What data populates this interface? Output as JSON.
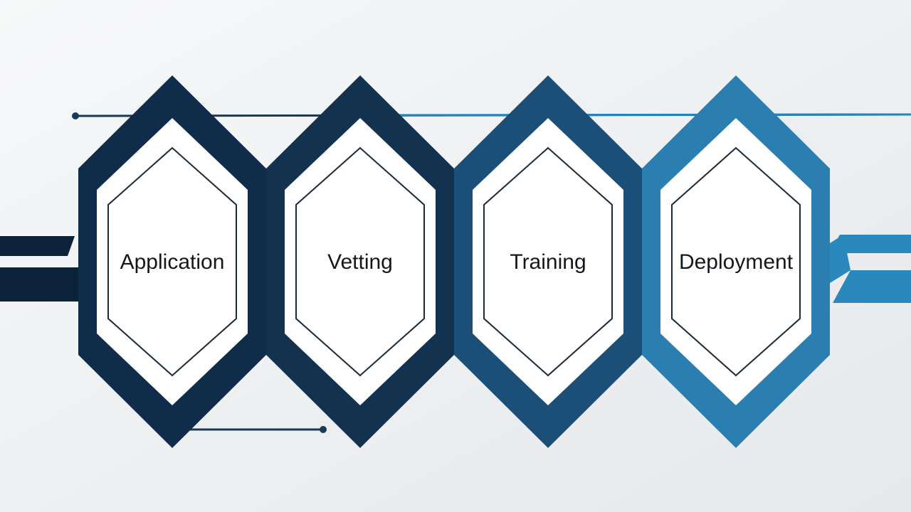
{
  "diagram": {
    "stages": [
      {
        "label": "Application",
        "color": "#0f2d4a"
      },
      {
        "label": "Vetting",
        "color": "#13324f"
      },
      {
        "label": "Training",
        "color": "#1c4f78"
      },
      {
        "label": "Deployment",
        "color": "#2a7fb0"
      }
    ],
    "colors": {
      "background": "#eef0f1",
      "line": "#163a5a",
      "accent": "#2384b8",
      "inner_fill": "#ffffff",
      "inner_stroke": "#1d2a35"
    }
  }
}
